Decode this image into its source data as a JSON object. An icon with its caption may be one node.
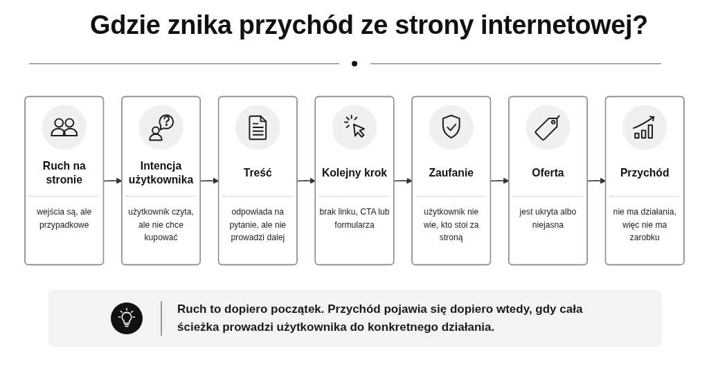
{
  "diagram": {
    "title": "Gdzie znika przychód ze strony internetowej?",
    "nodes": [
      {
        "text": [
          "Ruch na stronie",
          "wejścia są, ale przypadkowe"
        ]
      },
      {
        "text": [
          "Intencja użytkownika",
          "użytkownik czyta, ale nie chce kupować"
        ]
      },
      {
        "text": [
          "Treść",
          "odpowiada na pytanie, ale nie prowadzi dalej"
        ]
      },
      {
        "text": [
          "Kolejny krok",
          "brak linku, CTA lub formularza"
        ]
      },
      {
        "text": [
          "Zaufanie",
          "użytkownik nie wie, kto stoi za stroną"
        ]
      },
      {
        "text": [
          "Oferta",
          "jest ukryta albo niejasna"
        ]
      },
      {
        "text": [
          "Przychód",
          "nie ma działania, więc nie ma zarobku"
        ]
      }
    ],
    "edges": [
      {
        "from": 0,
        "to": 1,
        "arrow": "to"
      },
      {
        "from": 1,
        "to": 2,
        "arrow": "to"
      },
      {
        "from": 2,
        "to": 3,
        "arrow": "to"
      },
      {
        "from": 3,
        "to": 4,
        "arrow": "to"
      },
      {
        "from": 4,
        "to": 5,
        "arrow": "to"
      },
      {
        "from": 5,
        "to": 6,
        "arrow": "to"
      }
    ],
    "labels": [
      "Ruch to dopiero początek. Przychód pojawia się dopiero wtedy, gdy cała ścieżka prowadzi użytkownika do konkretnego działania."
    ]
  }
}
